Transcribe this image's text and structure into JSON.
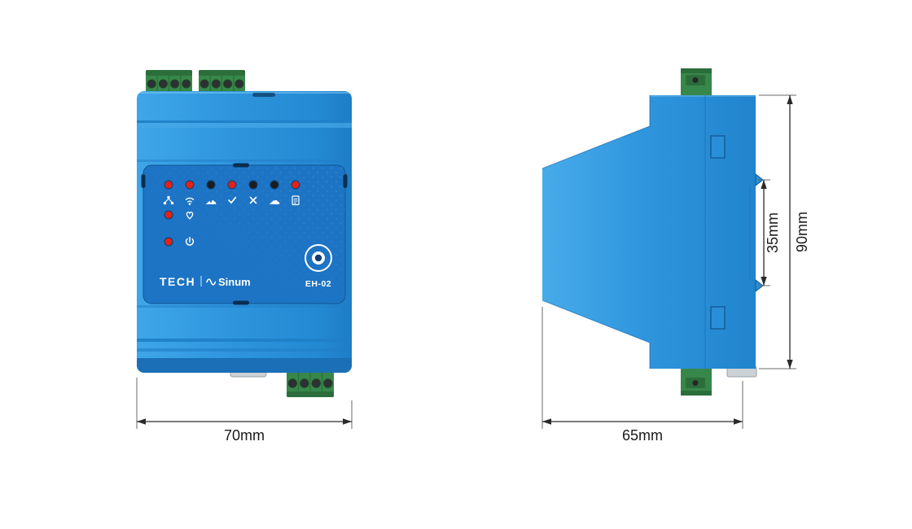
{
  "diagram": {
    "product": {
      "brand_primary": "TECH",
      "brand_secondary": "Sinum",
      "model": "EH-02"
    },
    "front_view": {
      "width_label": "70mm",
      "leds": {
        "row1": [
          {
            "icon": "network",
            "color": "#e32119"
          },
          {
            "icon": "wifi",
            "color": "#e32119"
          },
          {
            "icon": "cloud-download",
            "color": "#1d1d20"
          },
          {
            "icon": "check",
            "color": "#e32119"
          },
          {
            "icon": "close",
            "color": "#1d1d20"
          },
          {
            "icon": "cloud",
            "color": "#1d1d20"
          },
          {
            "icon": "list",
            "color": "#e32119"
          }
        ],
        "row2": {
          "icon": "heart",
          "color": "#e32119"
        },
        "row3": {
          "icon": "power",
          "color": "#e32119"
        }
      }
    },
    "side_view": {
      "depth_label": "65mm",
      "height_label": "90mm",
      "rail_label": "35mm"
    },
    "colors": {
      "body_blue": "#2e95dd",
      "panel_blue": "#1d74c4",
      "terminal_green": "#38874a",
      "led_red": "#e32119",
      "led_off": "#1d1d20",
      "dimension_line": "#2a2a2a"
    }
  }
}
